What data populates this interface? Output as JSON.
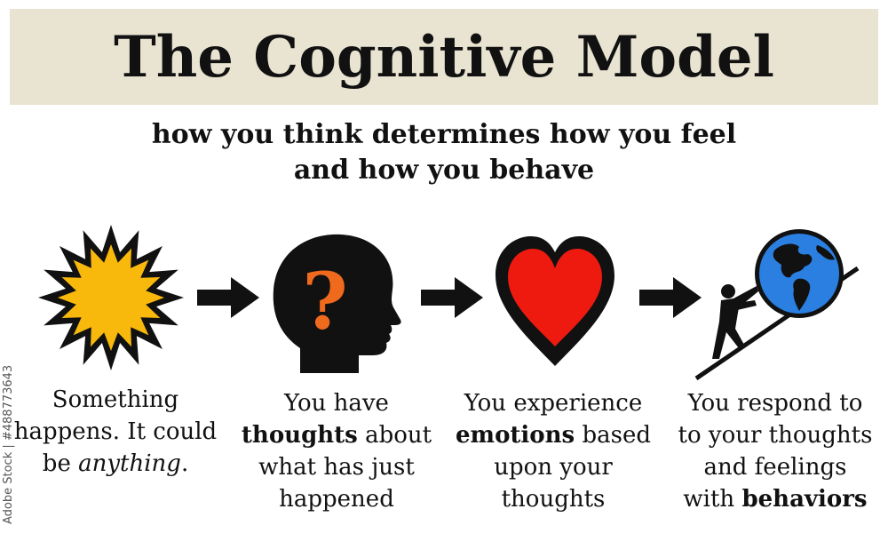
{
  "title": "The Cognitive Model",
  "subtitle": {
    "line1": "how you think determines how you feel",
    "line2": "and how you behave"
  },
  "steps": [
    {
      "icon": "sun-burst-icon",
      "lines": [
        "Something",
        "happens. It could"
      ],
      "line3_pre": "be ",
      "line3_em": "anything",
      "line3_post": "."
    },
    {
      "icon": "head-question-icon",
      "symbol": "?",
      "line1": "You have",
      "line2_bold": "thoughts",
      "line2_post": " about",
      "line3": "what has just",
      "line4": "happened"
    },
    {
      "icon": "heart-icon",
      "line1": "You experience",
      "line2_bold": "emotions",
      "line2_post": " based",
      "line3": "upon your",
      "line4": "thoughts"
    },
    {
      "icon": "person-pushing-globe-icon",
      "line1": "You respond to",
      "line2": "to your thoughts",
      "line3": "and feelings",
      "line4_pre": "with ",
      "line4_bold": "behaviors"
    }
  ],
  "colors": {
    "title_band": "#e9e3d1",
    "sun": "#f8b90c",
    "question_mark": "#f06a1e",
    "heart": "#ee1a10",
    "globe_ocean": "#2a7fe0",
    "ink": "#111111"
  },
  "watermark_id": "Adobe Stock | #488773643"
}
